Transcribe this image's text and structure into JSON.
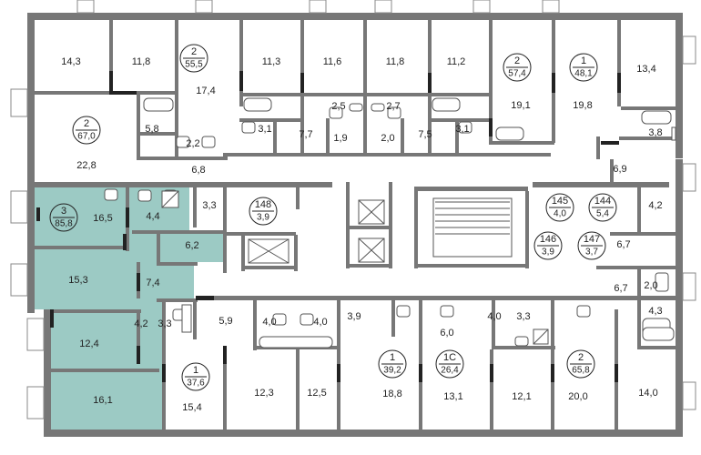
{
  "highlight_color": "#9ccac4",
  "wall_color": "#777777",
  "apartments": [
    {
      "id": "apt-3-85-8",
      "type": "3",
      "area": "85,8",
      "highlighted": true
    },
    {
      "id": "apt-2-67-0",
      "type": "2",
      "area": "67,0"
    },
    {
      "id": "apt-2-55-5",
      "type": "2",
      "area": "55,5"
    },
    {
      "id": "apt-2-57-4",
      "type": "2",
      "area": "57,4"
    },
    {
      "id": "apt-1-48-1",
      "type": "1",
      "area": "48,1"
    },
    {
      "id": "apt-148",
      "type": "148",
      "area": "3,9"
    },
    {
      "id": "apt-145",
      "type": "145",
      "area": "4,0"
    },
    {
      "id": "apt-144",
      "type": "144",
      "area": "5,4"
    },
    {
      "id": "apt-146",
      "type": "146",
      "area": "3,9"
    },
    {
      "id": "apt-147",
      "type": "147",
      "area": "3,7"
    },
    {
      "id": "apt-1-37-6",
      "type": "1",
      "area": "37,6"
    },
    {
      "id": "apt-1-39-2",
      "type": "1",
      "area": "39,2"
    },
    {
      "id": "apt-1c-26-4",
      "type": "1С",
      "area": "26,4"
    },
    {
      "id": "apt-2-65-8",
      "type": "2",
      "area": "65,8"
    }
  ],
  "room_labels": [
    "14,3",
    "11,8",
    "17,4",
    "11,3",
    "11,6",
    "11,8",
    "11,2",
    "19,1",
    "19,8",
    "13,4",
    "22,8",
    "5,8",
    "2,2",
    "6,8",
    "3,1",
    "2,5",
    "7,7",
    "1,9",
    "2,7",
    "2,0",
    "7,5",
    "3,1",
    "3,8",
    "6,9",
    "16,5",
    "4,4",
    "3,3",
    "4,2",
    "6,2",
    "15,3",
    "7,4",
    "6,7",
    "6,7",
    "2,0",
    "4,3",
    "5,9",
    "4,0",
    "4,0",
    "3,9",
    "6,0",
    "4,0",
    "3,3",
    "3,3",
    "4,2",
    "12,4",
    "16,1",
    "15,4",
    "12,3",
    "12,5",
    "18,8",
    "13,1",
    "12,1",
    "20,0",
    "14,0"
  ]
}
